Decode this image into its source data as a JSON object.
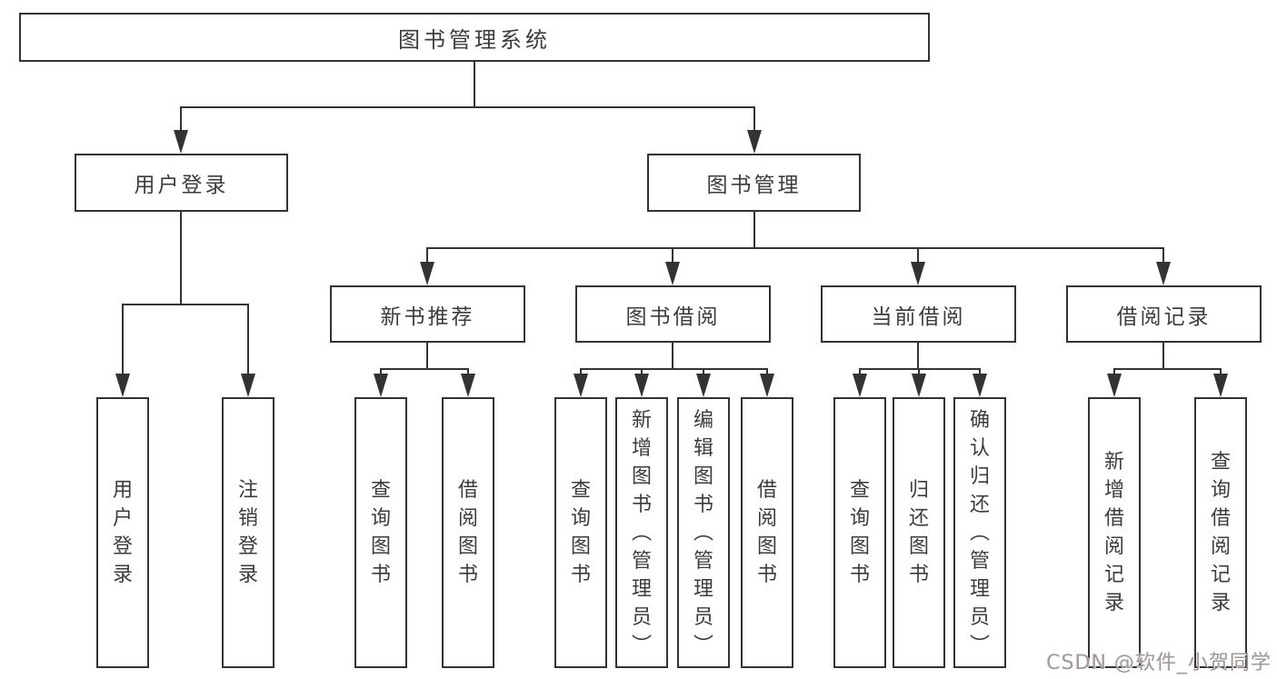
{
  "colors": {
    "line": "#333333",
    "text": "#3c3c3c",
    "watermark_text": "#9b9b9b",
    "background": "#ffffff"
  },
  "watermark": "CSDN @软件_小贺同学",
  "diagram": {
    "type": "hierarchy-tree",
    "root": {
      "label": "图书管理系统"
    },
    "level2": {
      "user_login": {
        "label": "用户登录"
      },
      "book_mgmt": {
        "label": "图书管理"
      }
    },
    "level3": {
      "new_book_rec": {
        "label": "新书推荐"
      },
      "book_borrow": {
        "label": "图书借阅"
      },
      "current_borrow": {
        "label": "当前借阅"
      },
      "borrow_records": {
        "label": "借阅记录"
      }
    },
    "leaves": {
      "user_login_children": {
        "login": "用户登录",
        "logout": "注销登录"
      },
      "new_book_rec_children": {
        "query_books": "查询图书",
        "borrow_books": "借阅图书"
      },
      "book_borrow_children": {
        "query_books": "查询图书",
        "add_book_admin": "新增图书（管理员）",
        "edit_book_admin": "编辑图书（管理员）",
        "borrow_books": "借阅图书"
      },
      "current_borrow_children": {
        "query_books": "查询图书",
        "return_book": "归还图书",
        "confirm_return_admin": "确认归还（管理员）"
      },
      "borrow_records_children": {
        "add_borrow_record": "新增借阅记录",
        "query_borrow_record": "查询借阅记录"
      }
    }
  }
}
